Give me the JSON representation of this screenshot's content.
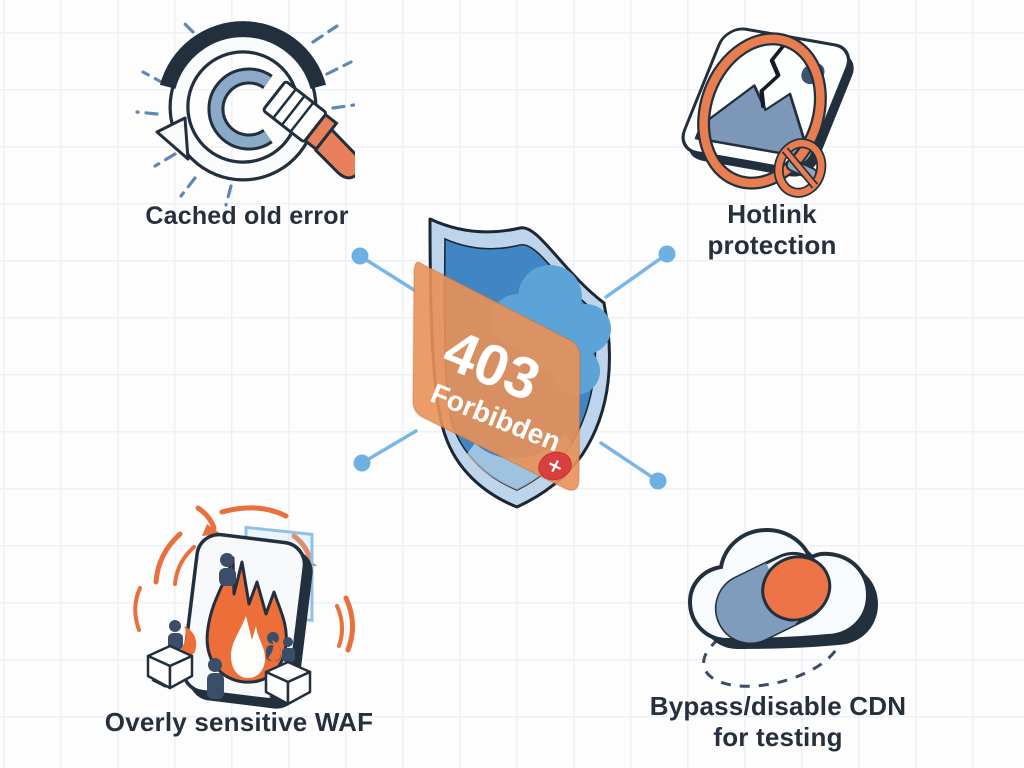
{
  "diagram": {
    "center": {
      "code": "403",
      "status": "Forbibden",
      "badge_glyph": "✕"
    },
    "nodes": [
      {
        "label": "Cached old error",
        "icon": "cache-refresh-brush-icon"
      },
      {
        "line1": "Hotlink",
        "line2": "protection",
        "icon": "hotlink-blocked-image-icon"
      },
      {
        "label": "Overly sensitive WAF",
        "icon": "waf-flame-icon"
      },
      {
        "line1": "Bypass/disable CDN",
        "line2": "for testing",
        "icon": "cdn-cloud-toggle-icon"
      }
    ],
    "colors": {
      "ink_navy": "#22303e",
      "accent_orange": "#e87a4e",
      "panel_orange": "#e99158",
      "shield_blue": "#4186c4",
      "shield_rim": "#bdd4ea",
      "cloud_blue": "#5ca4d8",
      "connector_blue": "#79b6e6",
      "error_red": "#d84040",
      "label_text": "#26303d",
      "grid_line": "#edf1f6"
    }
  }
}
